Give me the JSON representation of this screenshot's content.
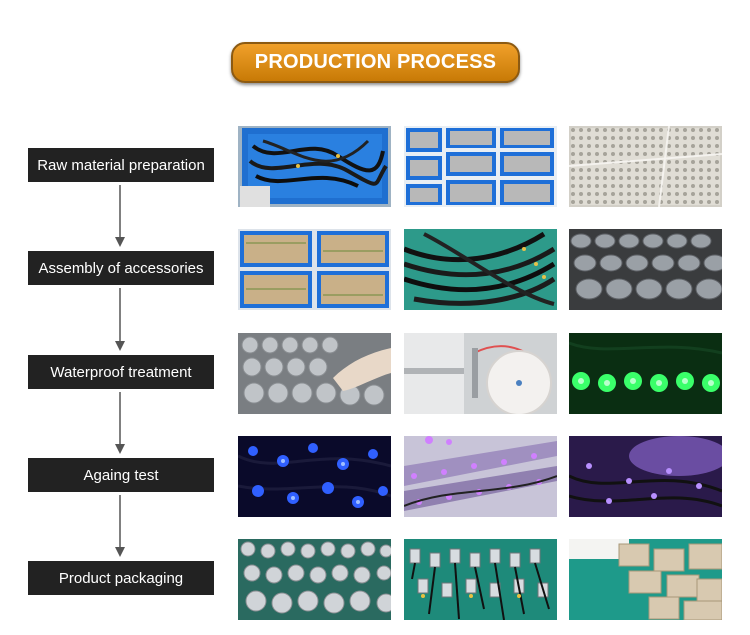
{
  "title": "PRODUCTION PROCESS",
  "steps": [
    {
      "label": "Raw material preparation",
      "photos": [
        "blue-crate-cables-photo",
        "blue-trays-parts-photo",
        "pcb-panels-photo"
      ]
    },
    {
      "label": "Assembly of accessories",
      "photos": [
        "blue-trays-wired-boards-photo",
        "cable-bundle-photo",
        "mounted-led-fixtures-photo"
      ]
    },
    {
      "label": "Waterproof treatment",
      "photos": [
        "gloved-hand-fixtures-photo",
        "sealing-machine-photo",
        "green-led-test-photo"
      ]
    },
    {
      "label": "Againg test",
      "photos": [
        "blue-led-aging-photo",
        "purple-led-rack-photo",
        "violet-led-aging-photo"
      ]
    },
    {
      "label": "Product packaging",
      "photos": [
        "finished-lights-photo",
        "wired-lights-display-photo",
        "packed-boxes-photo"
      ]
    }
  ],
  "colors": {
    "title_gradient_top": "#f0a02a",
    "title_gradient_bottom": "#c87a06",
    "step_box": "#222222",
    "arrow": "#555555"
  }
}
